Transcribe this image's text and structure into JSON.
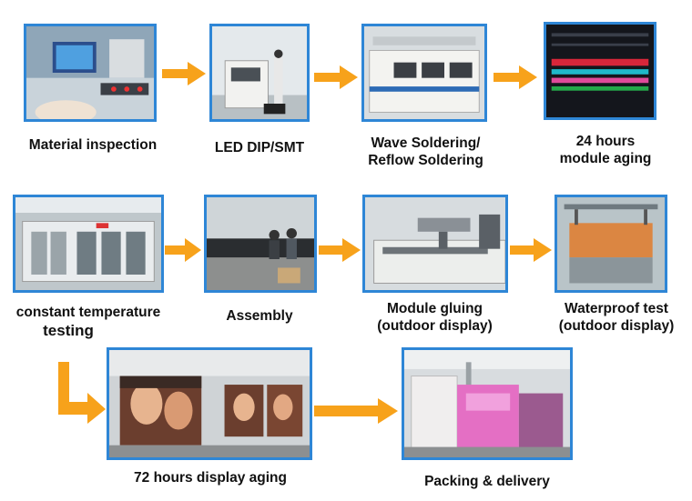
{
  "steps": {
    "material_inspection": "Material inspection",
    "led_dip_smt": "LED DIP/SMT",
    "wave_soldering": [
      "Wave Soldering/",
      "Reflow Soldering"
    ],
    "module_aging": [
      "24 hours",
      "module aging"
    ],
    "constant_temperature": [
      "constant temperature",
      "testing"
    ],
    "assembly": "Assembly",
    "module_gluing": [
      "Module gluing",
      "(outdoor display)"
    ],
    "waterproof_test": [
      "Waterproof test",
      "(outdoor display)"
    ],
    "display_aging": "72 hours display aging",
    "packing_delivery": "Packing & delivery"
  },
  "colors": {
    "arrow": "#f7a21b",
    "frame": "#2e86d6"
  }
}
